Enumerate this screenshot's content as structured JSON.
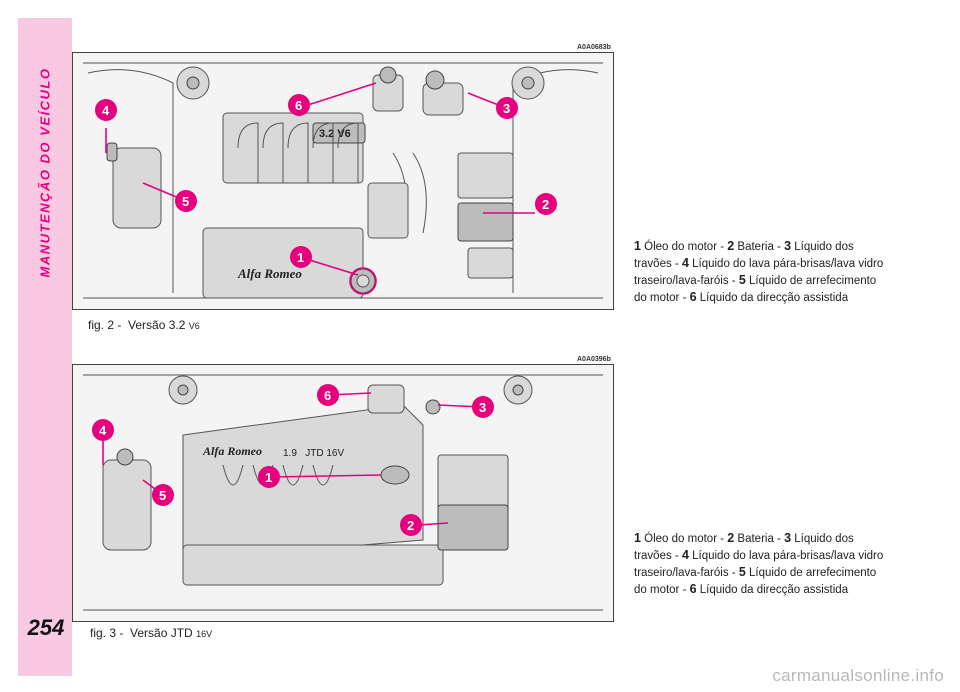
{
  "section_title": "MANUTENÇÃO DO VEÍCULO",
  "page_number": "254",
  "figures": [
    {
      "code": "A0A0683b",
      "caption_prefix": "fig. 2 -",
      "caption_main": "Versão 3.2",
      "caption_small": "V6",
      "engine_label": "3.2 V6",
      "brand_label": "Alfa Romeo",
      "callouts": [
        "1",
        "2",
        "3",
        "4",
        "5",
        "6"
      ]
    },
    {
      "code": "A0A0396b",
      "caption_prefix": "fig. 3 -",
      "caption_main": "Versão JTD",
      "caption_small": "16V",
      "engine_label": "1.9   JTD 16V",
      "brand_label": "Alfa Romeo",
      "callouts": [
        "1",
        "2",
        "3",
        "4",
        "5",
        "6"
      ]
    }
  ],
  "legend": [
    {
      "num": "1",
      "text": "Óleo do motor -"
    },
    {
      "num": "2",
      "text": "Bateria -"
    },
    {
      "num": "3",
      "text": "Líquido dos travões -"
    },
    {
      "num": "4",
      "text": "Líquido do lava pára-brisas/lava vidro traseiro/lava-faróis -"
    },
    {
      "num": "5",
      "text": "Líquido de arre­fecimento do motor -"
    },
    {
      "num": "6",
      "text": "Líquido da direcção assistida"
    }
  ],
  "watermark": "carmanualsonline.info",
  "colors": {
    "accent": "#e6007e",
    "band": "#f9c9e3"
  }
}
